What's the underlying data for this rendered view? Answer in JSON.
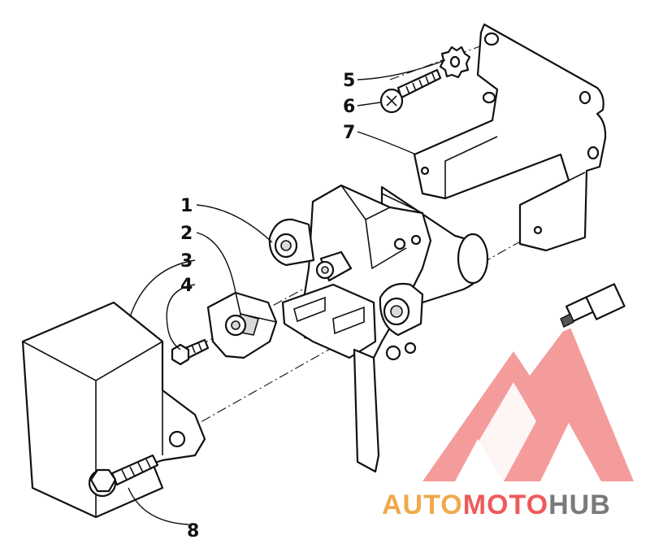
{
  "callouts": [
    {
      "id": "1",
      "label": "1"
    },
    {
      "id": "2",
      "label": "2"
    },
    {
      "id": "3",
      "label": "3"
    },
    {
      "id": "4",
      "label": "4"
    },
    {
      "id": "5",
      "label": "5"
    },
    {
      "id": "6",
      "label": "6"
    },
    {
      "id": "7",
      "label": "7"
    },
    {
      "id": "8",
      "label": "8"
    }
  ],
  "watermark": {
    "part1": "AUTO",
    "part2": "MOTO",
    "part3": "HUB",
    "color_orange": "#f0a84a",
    "color_red": "#ef5a5a",
    "color_gray": "#7a7a7a"
  }
}
